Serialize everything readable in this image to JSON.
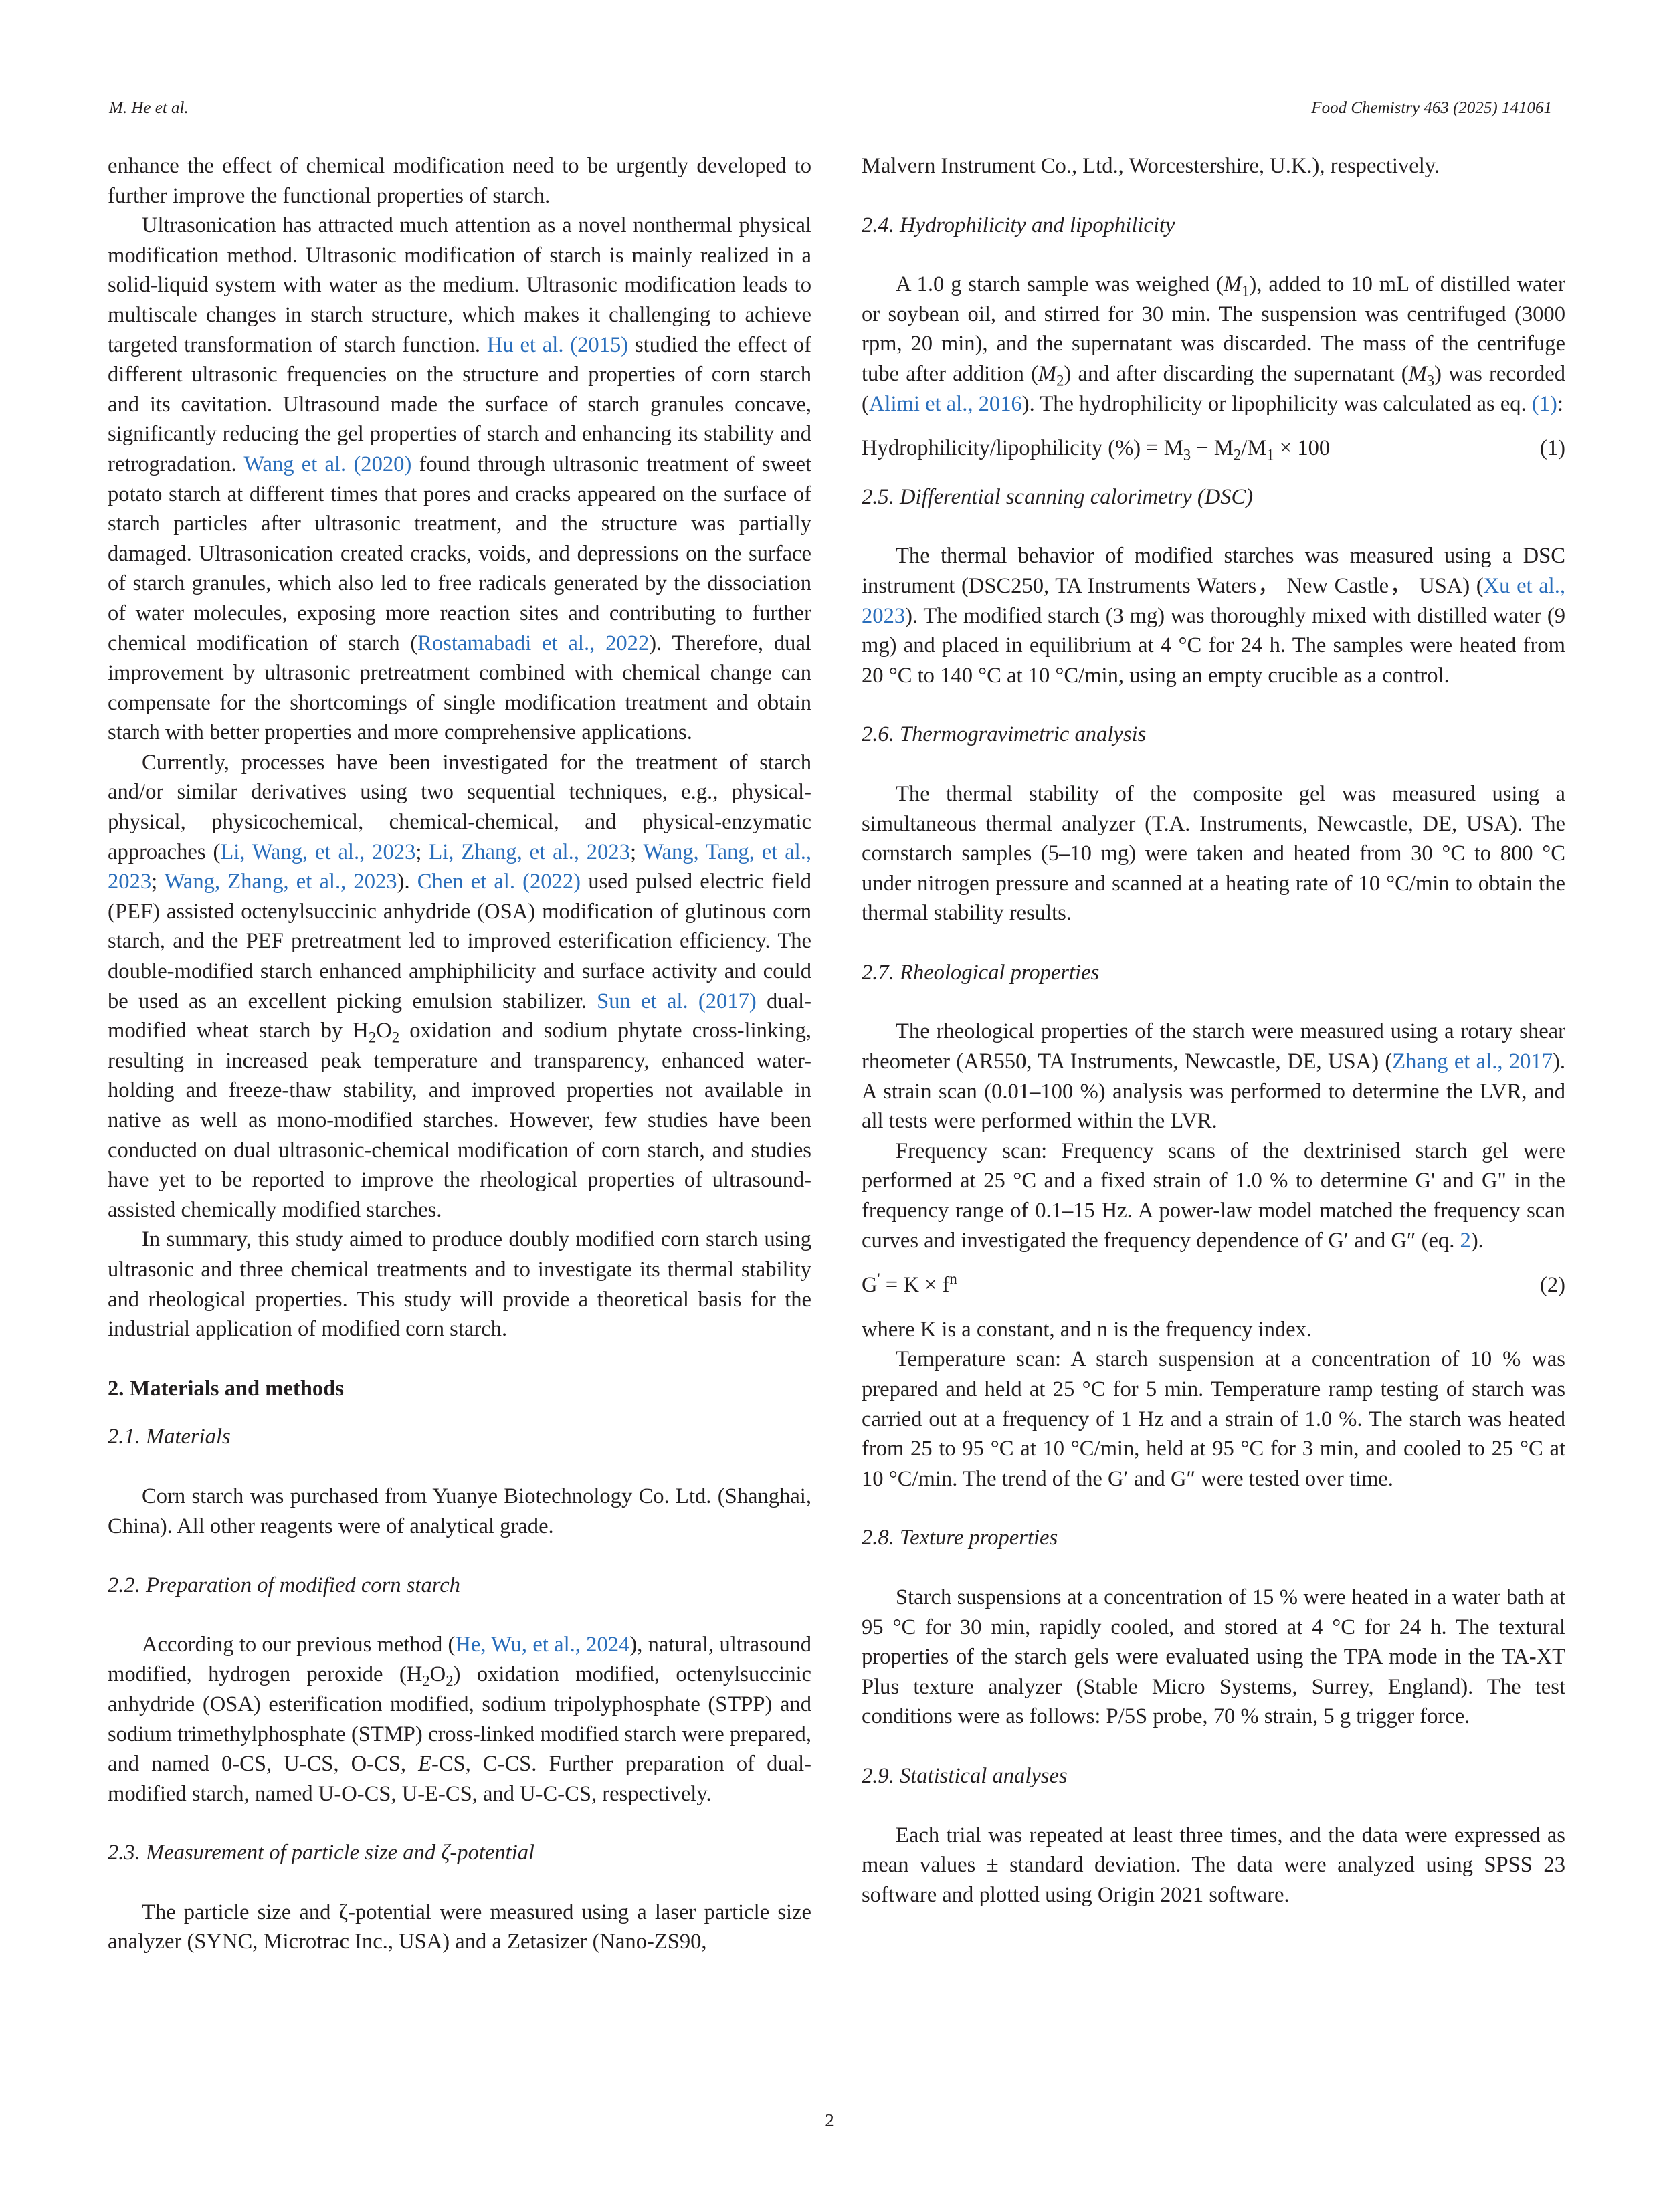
{
  "header": {
    "authors": "M. He et al.",
    "journal": "Food Chemistry 463 (2025) 141061"
  },
  "page_number": "2",
  "left": {
    "intro_p1": {
      "t1": "enhance the effect of chemical modification need to be urgently developed to further improve the functional properties of starch."
    },
    "intro_p2": {
      "t1": "Ultrasonication has attracted much attention as a novel nonthermal physical modification method. Ultrasonic modification of starch is mainly realized in a solid-liquid system with water as the medium. Ultrasonic modification leads to multiscale changes in starch structure, which makes it challenging to achieve targeted transformation of starch function. ",
      "r1": "Hu et al. (2015)",
      "t2": " studied the effect of different ultrasonic frequencies on the structure and properties of corn starch and its cavitation. Ultrasound made the surface of starch granules concave, significantly reducing the gel properties of starch and enhancing its stability and retrogradation. ",
      "r2": "Wang et al. (2020)",
      "t3": " found through ultrasonic treatment of sweet potato starch at different times that pores and cracks appeared on the surface of starch particles after ultrasonic treatment, and the structure was partially damaged. Ultrasonication created cracks, voids, and depressions on the surface of starch granules, which also led to free radicals generated by the dissociation of water molecules, exposing more reaction sites and contributing to further chemical modification of starch (",
      "r3": "Rostamabadi et al., 2022",
      "t4": "). Therefore, dual improvement by ultrasonic pretreatment combined with chemical change can compensate for the shortcomings of single modification treatment and obtain starch with better properties and more comprehensive applications."
    },
    "intro_p3": {
      "t1": "Currently, processes have been investigated for the treatment of starch and/or similar derivatives using two sequential techniques, e.g., physical-physical, physicochemical, chemical-chemical, and physical-enzymatic approaches (",
      "r1": "Li, Wang, et al., 2023",
      "s1": "; ",
      "r2": "Li, Zhang, et al., 2023",
      "s2": "; ",
      "r3": "Wang, Tang, et al., 2023",
      "s3": "; ",
      "r4": "Wang, Zhang, et al., 2023",
      "s4": "). ",
      "r5": "Chen et al. (2022)",
      "t2": " used pulsed electric field (PEF) assisted octenylsuccinic anhydride (OSA) modification of glutinous corn starch, and the PEF pretreatment led to improved esterification efficiency. The double-modified starch enhanced amphiphilicity and surface activity and could be used as an excellent picking emulsion stabilizer. ",
      "r6": "Sun et al. (2017)",
      "t3": " dual-modified wheat starch by H",
      "sub1": "2",
      "t3b": "O",
      "sub2": "2",
      "t4": " oxidation and sodium phytate cross-linking, resulting in increased peak temperature and transparency, enhanced water-holding and freeze-thaw stability, and improved properties not available in native as well as mono-modified starches. However, few studies have been conducted on dual ultrasonic-chemical modification of corn starch, and studies have yet to be reported to improve the rheological properties of ultrasound-assisted chemically modified starches."
    },
    "intro_p4": {
      "t1": "In summary, this study aimed to produce doubly modified corn starch using ultrasonic and three chemical treatments and to investigate its thermal stability and rheological properties. This study will provide a theoretical basis for the industrial application of modified corn starch."
    },
    "s2_title": "2.  Materials and methods",
    "s21_title": "2.1.  Materials",
    "s21_p": "Corn starch was purchased from Yuanye Biotechnology Co. Ltd. (Shanghai, China). All other reagents were of analytical grade.",
    "s22_title": "2.2.  Preparation of modified corn starch",
    "s22_p": {
      "t1": "According to our previous method (",
      "r1": "He, Wu, et al., 2024",
      "t2": "), natural, ultrasound modified, hydrogen peroxide (H",
      "sub1": "2",
      "t2b": "O",
      "sub2": "2",
      "t3": ") oxidation modified, octenylsuccinic anhydride (OSA) esterification modified, sodium tripolyphosphate (STPP) and sodium trimethylphosphate (STMP) cross-linked modified starch were prepared, and named 0-CS, U-CS, O-CS, ",
      "e": "E",
      "t4": "-CS, C-CS. Further preparation of dual-modified starch, named U-O-CS, U-E-CS, and U-C-CS, respectively."
    },
    "s23_title": "2.3.  Measurement of particle size and ζ-potential",
    "s23_p": "The particle size and ζ-potential were measured using a laser particle size analyzer (SYNC, Microtrac Inc., USA) and a Zetasizer (Nano-ZS90,"
  },
  "right": {
    "s23_cont": "Malvern Instrument Co., Ltd., Worcestershire, U.K.), respectively.",
    "s24_title": "2.4.  Hydrophilicity and lipophilicity",
    "s24_p": {
      "t1": "A 1.0 g starch sample was weighed (",
      "m1": "M",
      "m1s": "1",
      "t2": "), added to 10 mL of distilled water or soybean oil, and stirred for 30 min. The suspension was centrifuged (3000 rpm, 20 min), and the supernatant was discarded. The mass of the centrifuge tube after addition (",
      "m2": "M",
      "m2s": "2",
      "t3": ") and after discarding the supernatant (",
      "m3": "M",
      "m3s": "3",
      "t4": ") was recorded (",
      "r1": "Alimi et al., 2016",
      "t5": "). The hydrophilicity or lipophilicity was calculated as eq. ",
      "r2": "(1)",
      "t6": ":"
    },
    "eq1": {
      "a": "Hydrophilicity/lipophilicity (%) = M",
      "s3": "3",
      "b": " − M",
      "s2": "2",
      "c": "/M",
      "s1": "1",
      "d": " × 100",
      "num": "(1)"
    },
    "s25_title": "2.5.  Differential scanning calorimetry (DSC)",
    "s25_p": {
      "t1": "The thermal behavior of modified starches was measured using a DSC instrument (DSC250, TA Instruments Waters， New Castle， USA) (",
      "r1": "Xu et al., 2023",
      "t2": "). The modified starch (3 mg) was thoroughly mixed with distilled water (9 mg) and placed in equilibrium at 4 °C for 24 h. The samples were heated from 20 °C to 140 °C at 10 °C/min, using an empty crucible as a control."
    },
    "s26_title": "2.6.  Thermogravimetric analysis",
    "s26_p": "The thermal stability of the composite gel was measured using a simultaneous thermal analyzer (T.A. Instruments, Newcastle, DE, USA). The cornstarch samples (5–10 mg) were taken and heated from 30 °C to 800 °C under nitrogen pressure and scanned at a heating rate of 10 °C/min to obtain the thermal stability results.",
    "s27_title": "2.7.  Rheological properties",
    "s27_p1": {
      "t1": "The rheological properties of the starch were measured using a rotary shear rheometer (AR550, TA Instruments, Newcastle, DE, USA) (",
      "r1": "Zhang et al., 2017",
      "t2": "). A strain scan (0.01–100 %) analysis was performed to determine the LVR, and all tests were performed within the LVR."
    },
    "s27_p2": {
      "t1": "Frequency scan: Frequency scans of the dextrinised starch gel were performed at 25 °C and a fixed strain of 1.0 % to determine G' and G\" in the frequency range of 0.1–15 Hz. A power-law model matched the frequency scan curves and investigated the frequency dependence of G′ and G″ (eq. ",
      "r1": "2",
      "t2": ")."
    },
    "eq2": {
      "a": "G",
      "sup1": "'",
      "b": " = K × f",
      "sup2": "n",
      "num": "(2)"
    },
    "s27_p3": "where K is a constant, and n is the frequency index.",
    "s27_p4": "Temperature scan: A starch suspension at a concentration of 10 % was prepared and held at 25 °C for 5 min. Temperature ramp testing of starch was carried out at a frequency of 1 Hz and a strain of 1.0 %. The starch was heated from 25 to 95 °C at 10 °C/min, held at 95 °C for 3 min, and cooled to 25 °C at 10 °C/min. The trend of the G′ and G″ were tested over time.",
    "s28_title": "2.8.  Texture properties",
    "s28_p": "Starch suspensions at a concentration of 15 % were heated in a water bath at 95 °C for 30 min, rapidly cooled, and stored at 4 °C for 24 h. The textural properties of the starch gels were evaluated using the TPA mode in the TA-XT Plus texture analyzer (Stable Micro Systems, Surrey, England). The test conditions were as follows: P/5S probe, 70 % strain, 5 g trigger force.",
    "s29_title": "2.9.  Statistical analyses",
    "s29_p": "Each trial was repeated at least three times, and the data were expressed as mean values ± standard deviation. The data were analyzed using SPSS 23 software and plotted using Origin 2021 software."
  }
}
